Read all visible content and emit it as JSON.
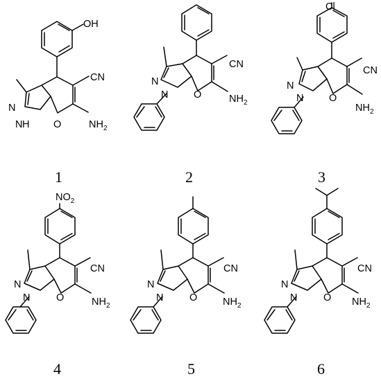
{
  "figure": {
    "compounds": [
      {
        "number": "1",
        "labels": {
          "oh": "OH",
          "cn": "CN",
          "n_top": "N",
          "n_bottom": "N",
          "h": "H",
          "o": "O",
          "nh": "NH",
          "nh_sub": "2"
        }
      },
      {
        "number": "2",
        "labels": {
          "cn": "CN",
          "n_top": "N",
          "n_bottom": "N",
          "o": "O",
          "nh": "NH",
          "nh_sub": "2"
        }
      },
      {
        "number": "3",
        "labels": {
          "cl": "Cl",
          "cn": "CN",
          "n_top": "N",
          "n_bottom": "N",
          "o": "O",
          "nh": "NH",
          "nh_sub": "2"
        }
      },
      {
        "number": "4",
        "labels": {
          "no": "NO",
          "no_sub": "2",
          "cn": "CN",
          "n_top": "N",
          "n_bottom": "N",
          "o": "O",
          "nh": "NH",
          "nh_sub": "2"
        }
      },
      {
        "number": "5",
        "labels": {
          "cn": "CN",
          "n_top": "N",
          "n_bottom": "N",
          "o": "O",
          "nh": "NH",
          "nh_sub": "2"
        }
      },
      {
        "number": "6",
        "labels": {
          "cn": "CN",
          "n_top": "N",
          "n_bottom": "N",
          "o": "O",
          "nh": "NH",
          "nh_sub": "2"
        }
      }
    ]
  }
}
